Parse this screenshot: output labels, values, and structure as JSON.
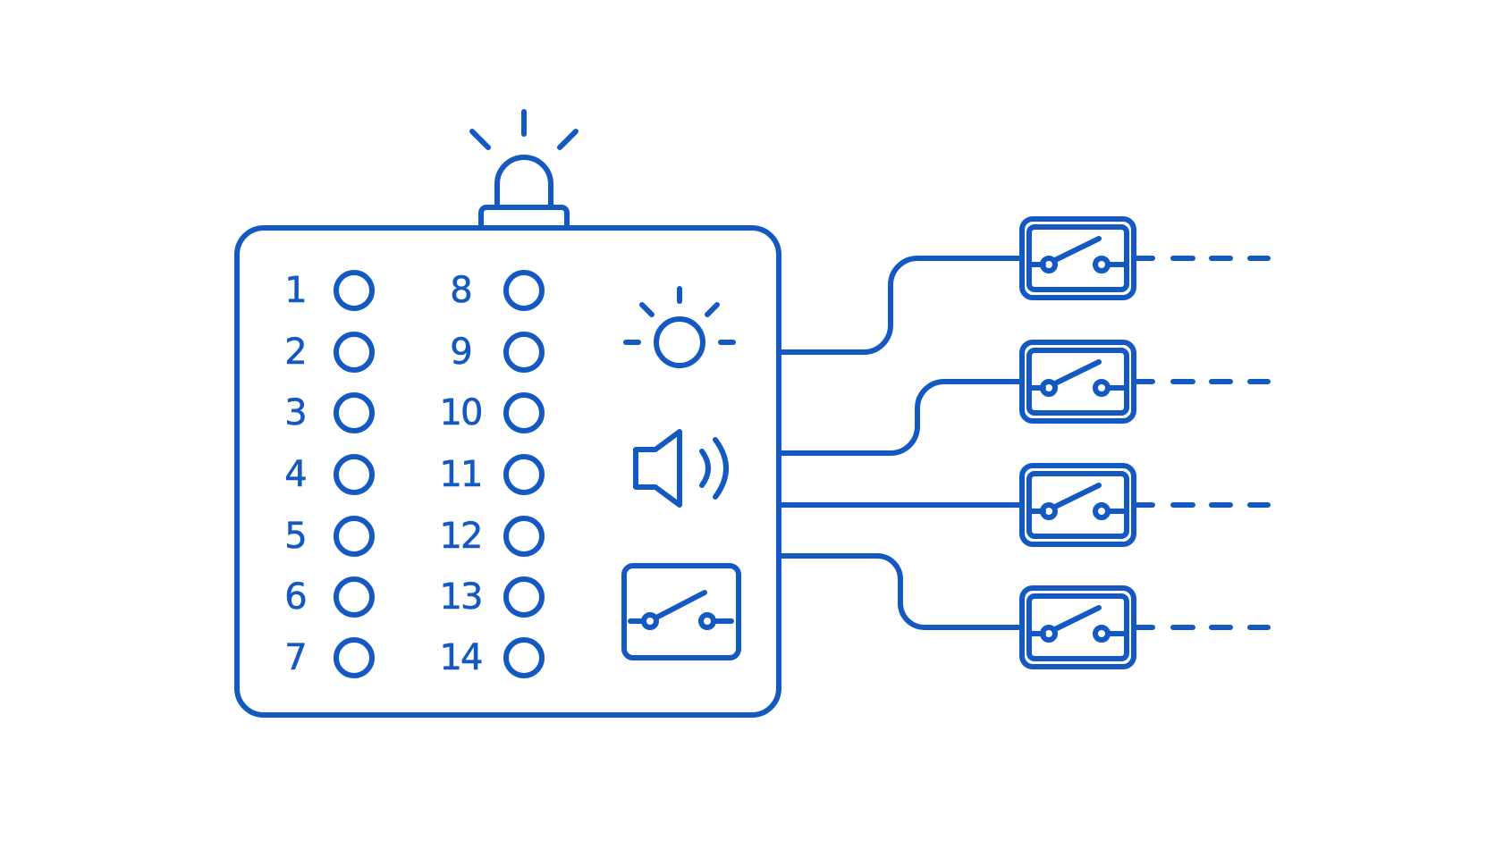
{
  "zones": [
    {
      "label": "1"
    },
    {
      "label": "2"
    },
    {
      "label": "3"
    },
    {
      "label": "4"
    },
    {
      "label": "5"
    },
    {
      "label": "6"
    },
    {
      "label": "7"
    },
    {
      "label": "8"
    },
    {
      "label": "9"
    },
    {
      "label": "10"
    },
    {
      "label": "11"
    },
    {
      "label": "12"
    },
    {
      "label": "13"
    },
    {
      "label": "14"
    }
  ],
  "panel_icons": [
    "light-icon",
    "speaker-icon",
    "relay-switch-icon"
  ],
  "top_icon": "alarm-beacon-icon",
  "outputs": [
    {
      "icon": "relay-switch-icon"
    },
    {
      "icon": "relay-switch-icon"
    },
    {
      "icon": "relay-switch-icon"
    },
    {
      "icon": "relay-switch-icon"
    }
  ],
  "colors": {
    "stroke": "#1459c2",
    "background": "#ffffff"
  }
}
